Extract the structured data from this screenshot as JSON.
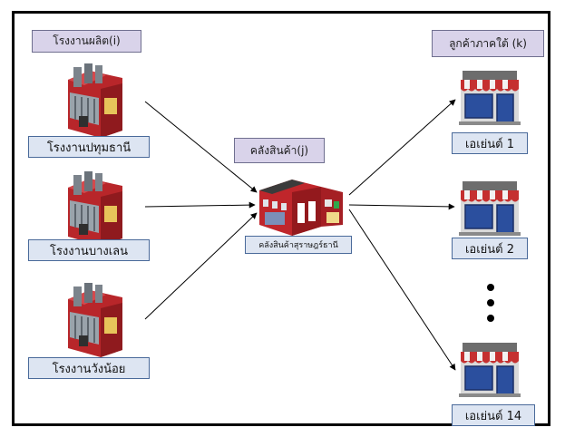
{
  "headers": {
    "plants": "โรงงานผลิต(i)",
    "warehouse": "คลังสินค้า(j)",
    "customers": "ลูกค้าภาคใต้ (k)"
  },
  "plants": [
    {
      "label": "โรงงานปทุมธานี"
    },
    {
      "label": "โรงงานบางเลน"
    },
    {
      "label": "โรงงานวังน้อย"
    }
  ],
  "warehouse": {
    "label": "คลังสินค้าสุราษฎร์ธานี"
  },
  "agents": [
    {
      "label": "เอเย่นต์ 1"
    },
    {
      "label": "เอเย่นต์ 2"
    },
    {
      "label": "เอเย่นต์ 14"
    }
  ],
  "ellipsis_icon": "vertical-dots",
  "colors": {
    "header_bg": "#d9d3ea",
    "label_bg": "#dde5f2",
    "factory_red": "#b8262a",
    "factory_gray": "#8f979f",
    "store_awning": "#c53030",
    "store_window": "#2b4f9e"
  }
}
